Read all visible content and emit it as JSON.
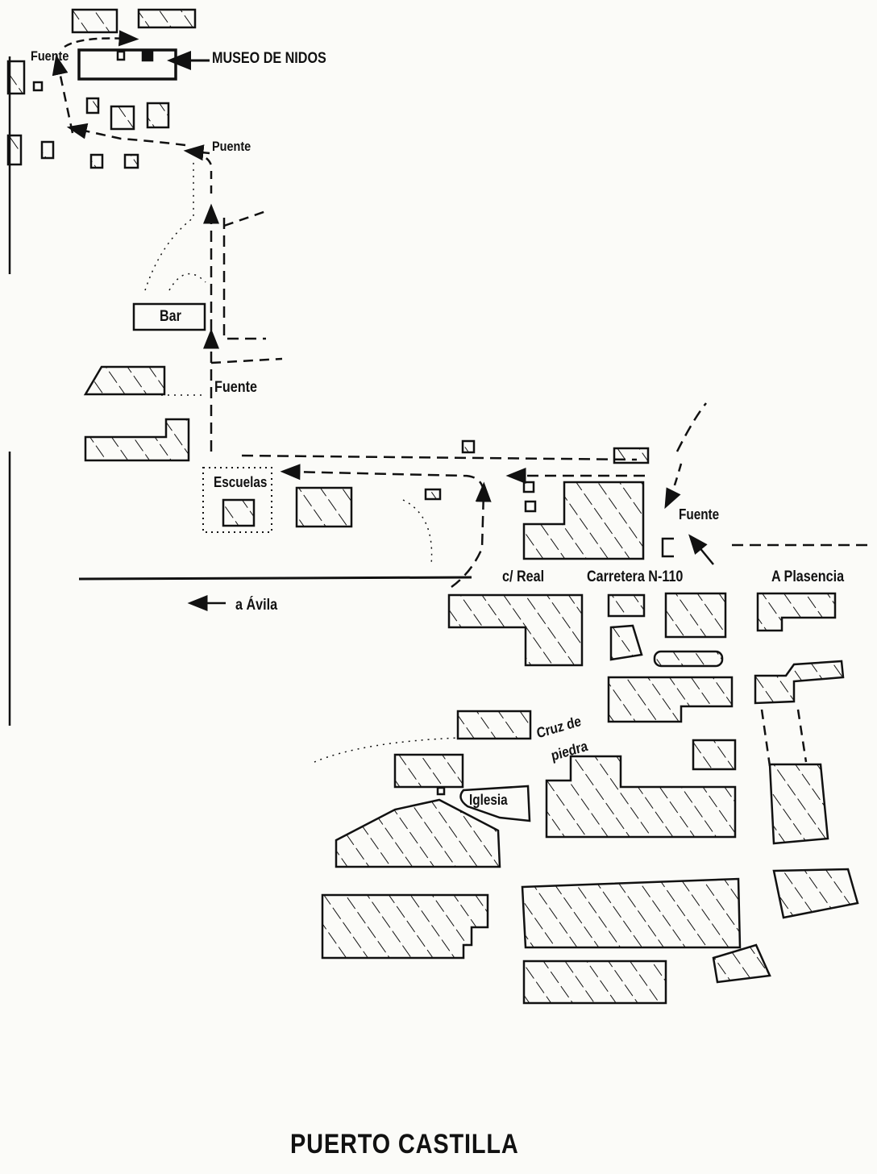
{
  "title": "PUERTO CASTILLA",
  "labels": {
    "museo": "MUSEO DE NIDOS",
    "fuente_top": "Fuente",
    "puente": "Puente",
    "bar": "Bar",
    "fuente_mid": "Fuente",
    "escuelas": "Escuelas",
    "fuente_right": "Fuente",
    "calle_real": "c/ Real",
    "carretera": "Carretera N-110",
    "plasencia": "A Plasencia",
    "avila": "a Ávila",
    "cruz_1": "Cruz de",
    "cruz_2": "piedra",
    "iglesia": "Iglesia"
  },
  "colors": {
    "ink": "#111111",
    "paper": "#fbfbf8"
  }
}
